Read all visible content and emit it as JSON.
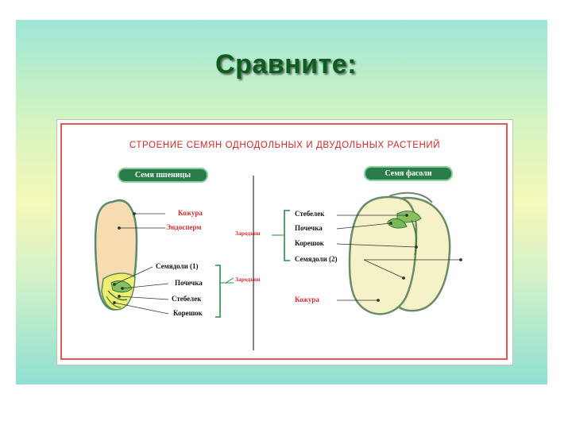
{
  "slide": {
    "title": "Сравните:"
  },
  "poster": {
    "heading": "СТРОЕНИЕ СЕМЯН ОДНОДОЛЬНЫХ И ДВУДОЛЬНЫХ РАСТЕНИЙ",
    "wheat": {
      "title": "Семя пшеницы",
      "labels": {
        "coat": "Кожура",
        "endosperm": "Эндосперм",
        "cotyledons": "Семядоли (1)",
        "bud": "Почечка",
        "stem": "Стебелек",
        "root": "Корешок"
      }
    },
    "bean": {
      "title": "Семя фасоли",
      "labels": {
        "stem": "Стебелек",
        "bud": "Почечка",
        "root": "Корешок",
        "cotyledons": "Семядоли (2)",
        "coat": "Кожура"
      }
    },
    "embryo_label": "Зародыш"
  },
  "colors": {
    "title_green": "#0b5e1f",
    "poster_red": "#d43030",
    "bracket_green": "#2a8a4a",
    "wheat_fill": "#f6dfb0",
    "bean_fill": "#f6f3c8"
  }
}
